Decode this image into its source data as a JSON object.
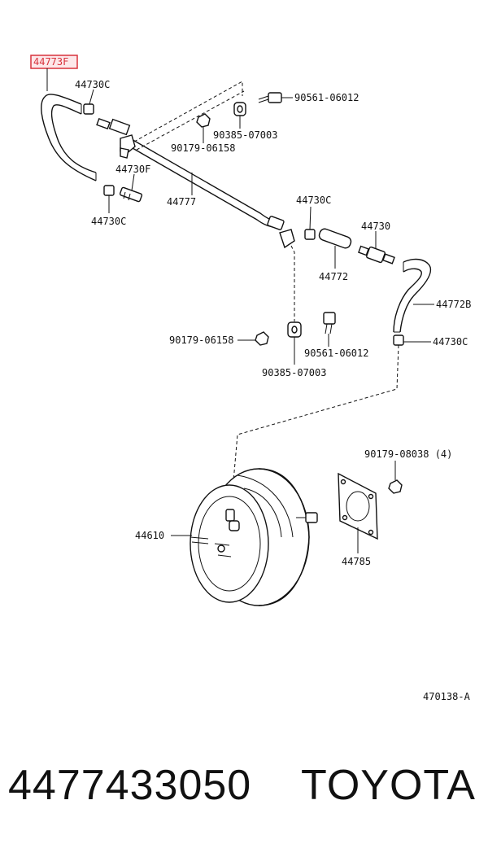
{
  "diagram": {
    "highlighted_label": "44773F",
    "labels": {
      "l_44730c_a": "44730C",
      "l_90561_a": "90561-06012",
      "l_90385_a": "90385-07003",
      "l_90179_a": "90179-06158",
      "l_44730f": "44730F",
      "l_44777": "44777",
      "l_44730c_b": "44730C",
      "l_44730c_c": "44730C",
      "l_44730": "44730",
      "l_44772": "44772",
      "l_44772b": "44772B",
      "l_44730c_d": "44730C",
      "l_90179_b": "90179-06158",
      "l_90561_b": "90561-06012",
      "l_90385_b": "90385-07003",
      "l_90179_08038": "90179-08038 (4)",
      "l_44610": "44610",
      "l_44785": "44785"
    },
    "reference_code": "470138-A"
  },
  "footer": {
    "part_number": "4477433050",
    "brand": "TOYOTA"
  },
  "colors": {
    "highlight": "#d8323c",
    "ink": "#111111"
  }
}
